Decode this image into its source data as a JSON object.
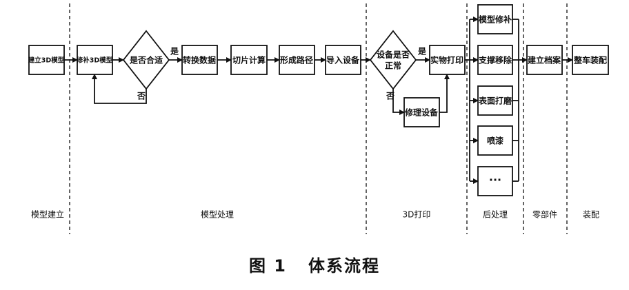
{
  "nodes": {
    "model_build": "建立3D模型",
    "repair_model": "修补3D模型",
    "suitable_check": "是否合适",
    "convert_data": "转换数据",
    "slice_compute": "切片计算",
    "form_path": "形成路径",
    "import_device": "导入设备",
    "device_check_line1": "设备是否",
    "device_check_line2": "正常",
    "physical_print": "实物打印",
    "repair_device": "修理设备",
    "model_trim": "模型修补",
    "support_remove": "支撑移除",
    "surface_polish": "表面打磨",
    "spray_paint": "喷漆",
    "more": "···",
    "archive": "建立档案",
    "vehicle_assembly": "整车装配"
  },
  "edge_labels": {
    "yes": "是",
    "no": "否"
  },
  "stages": {
    "model_build": "模型建立",
    "model_process": "模型处理",
    "printing": "3D打印",
    "post_process": "后处理",
    "parts": "零部件",
    "assembly": "装配"
  },
  "caption": "图 1   体系流程"
}
